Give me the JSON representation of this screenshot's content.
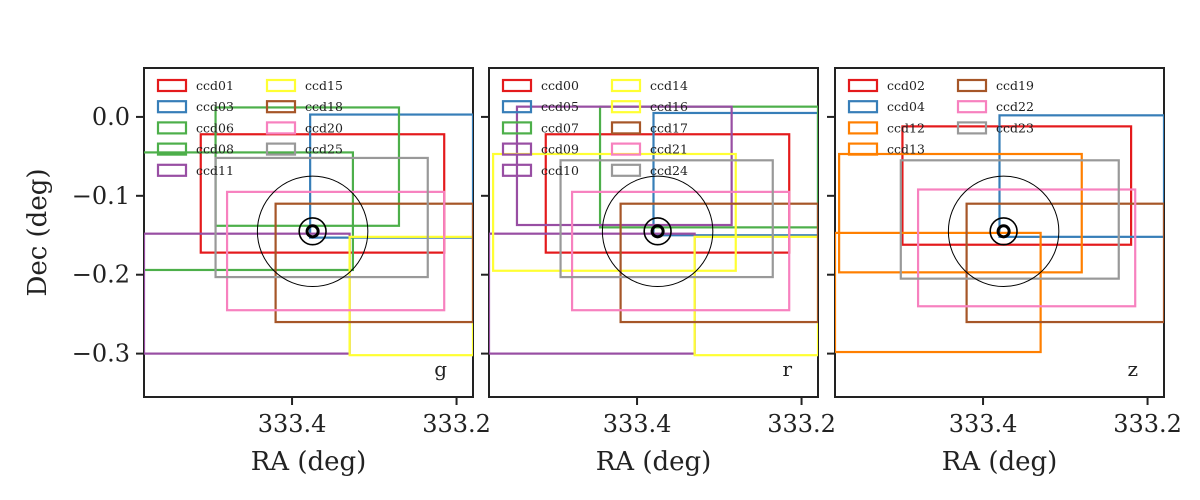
{
  "chart_data": [
    {
      "type": "line",
      "band": "g",
      "xlabel": "RA (deg)",
      "ylabel": "Dec (deg)",
      "xlim": [
        333.58,
        333.18
      ],
      "ylim": [
        -0.355,
        0.062
      ],
      "xticks": [
        {
          "value": 333.4,
          "label": "333.4"
        },
        {
          "value": 333.2,
          "label": "333.2"
        }
      ],
      "yticks": [
        {
          "value": 0.0,
          "label": "0.0"
        },
        {
          "value": -0.1,
          "label": "−0.1"
        },
        {
          "value": -0.2,
          "label": "−0.2"
        },
        {
          "value": -0.3,
          "label": "−0.3"
        }
      ],
      "legend_columns": 2,
      "legend": [
        "ccd01",
        "ccd03",
        "ccd06",
        "ccd08",
        "ccd11",
        "ccd15",
        "ccd18",
        "ccd20",
        "ccd25"
      ],
      "series": [
        {
          "name": "ccd01",
          "color": "#e41a1c",
          "ra": [
            333.511,
            333.215
          ],
          "dec": [
            -0.172,
            -0.022
          ]
        },
        {
          "name": "ccd03",
          "color": "#377eb8",
          "ra": [
            333.378,
            333.18
          ],
          "dec": [
            -0.153,
            0.003
          ]
        },
        {
          "name": "ccd06",
          "color": "#4daf4a",
          "ra": [
            333.493,
            333.27
          ],
          "dec": [
            -0.138,
            0.012
          ]
        },
        {
          "name": "ccd08",
          "color": "#4daf4a",
          "ra": [
            333.584,
            333.326
          ],
          "dec": [
            -0.194,
            -0.045
          ]
        },
        {
          "name": "ccd11",
          "color": "#984ea3",
          "ra": [
            333.58,
            333.33
          ],
          "dec": [
            -0.3,
            -0.148
          ]
        },
        {
          "name": "ccd15",
          "color": "#ffff33",
          "ra": [
            333.33,
            333.18
          ],
          "dec": [
            -0.302,
            -0.152
          ]
        },
        {
          "name": "ccd18",
          "color": "#a65628",
          "ra": [
            333.42,
            333.18
          ],
          "dec": [
            -0.26,
            -0.11
          ]
        },
        {
          "name": "ccd20",
          "color": "#f781bf",
          "ra": [
            333.479,
            333.215
          ],
          "dec": [
            -0.245,
            -0.095
          ]
        },
        {
          "name": "ccd25",
          "color": "#999999",
          "ra": [
            333.493,
            333.235
          ],
          "dec": [
            -0.203,
            -0.052
          ]
        }
      ]
    },
    {
      "type": "line",
      "band": "r",
      "xlabel": "RA (deg)",
      "xlim": [
        333.58,
        333.18
      ],
      "ylim": [
        -0.355,
        0.062
      ],
      "xticks": [
        {
          "value": 333.4,
          "label": "333.4"
        },
        {
          "value": 333.2,
          "label": "333.2"
        }
      ],
      "legend_columns": 2,
      "legend": [
        "ccd00",
        "ccd05",
        "ccd07",
        "ccd09",
        "ccd10",
        "ccd14",
        "ccd16",
        "ccd17",
        "ccd21",
        "ccd24"
      ],
      "series": [
        {
          "name": "ccd00",
          "color": "#e41a1c",
          "ra": [
            333.511,
            333.215
          ],
          "dec": [
            -0.172,
            -0.022
          ]
        },
        {
          "name": "ccd05",
          "color": "#377eb8",
          "ra": [
            333.38,
            333.18
          ],
          "dec": [
            -0.15,
            0.005
          ]
        },
        {
          "name": "ccd07",
          "color": "#4daf4a",
          "ra": [
            333.445,
            333.18
          ],
          "dec": [
            -0.14,
            0.013
          ]
        },
        {
          "name": "ccd09",
          "color": "#984ea3",
          "ra": [
            333.546,
            333.285
          ],
          "dec": [
            -0.137,
            0.013
          ]
        },
        {
          "name": "ccd10",
          "color": "#984ea3",
          "ra": [
            333.58,
            333.33
          ],
          "dec": [
            -0.3,
            -0.148
          ]
        },
        {
          "name": "ccd14",
          "color": "#ffff33",
          "ra": [
            333.33,
            333.18
          ],
          "dec": [
            -0.302,
            -0.152
          ]
        },
        {
          "name": "ccd16",
          "color": "#ffff33",
          "ra": [
            333.575,
            333.28
          ],
          "dec": [
            -0.195,
            -0.047
          ]
        },
        {
          "name": "ccd17",
          "color": "#a65628",
          "ra": [
            333.42,
            333.18
          ],
          "dec": [
            -0.26,
            -0.11
          ]
        },
        {
          "name": "ccd21",
          "color": "#f781bf",
          "ra": [
            333.479,
            333.215
          ],
          "dec": [
            -0.245,
            -0.095
          ]
        },
        {
          "name": "ccd24",
          "color": "#999999",
          "ra": [
            333.493,
            333.235
          ],
          "dec": [
            -0.203,
            -0.055
          ]
        }
      ]
    },
    {
      "type": "line",
      "band": "z",
      "xlabel": "RA (deg)",
      "xlim": [
        333.58,
        333.18
      ],
      "ylim": [
        -0.355,
        0.062
      ],
      "xticks": [
        {
          "value": 333.4,
          "label": "333.4"
        },
        {
          "value": 333.2,
          "label": "333.2"
        }
      ],
      "legend_columns": 2,
      "legend": [
        "ccd02",
        "ccd04",
        "ccd12",
        "ccd13",
        "ccd19",
        "ccd22",
        "ccd23"
      ],
      "series": [
        {
          "name": "ccd02",
          "color": "#e41a1c",
          "ra": [
            333.498,
            333.22
          ],
          "dec": [
            -0.162,
            -0.012
          ]
        },
        {
          "name": "ccd04",
          "color": "#377eb8",
          "ra": [
            333.38,
            333.18
          ],
          "dec": [
            -0.152,
            0.002
          ]
        },
        {
          "name": "ccd12",
          "color": "#ff7f00",
          "ra": [
            333.575,
            333.28
          ],
          "dec": [
            -0.197,
            -0.047
          ]
        },
        {
          "name": "ccd13",
          "color": "#ff7f00",
          "ra": [
            333.58,
            333.33
          ],
          "dec": [
            -0.298,
            -0.147
          ]
        },
        {
          "name": "ccd19",
          "color": "#a65628",
          "ra": [
            333.42,
            333.18
          ],
          "dec": [
            -0.26,
            -0.11
          ]
        },
        {
          "name": "ccd22",
          "color": "#f781bf",
          "ra": [
            333.479,
            333.215
          ],
          "dec": [
            -0.24,
            -0.092
          ]
        },
        {
          "name": "ccd23",
          "color": "#999999",
          "ra": [
            333.5,
            333.235
          ],
          "dec": [
            -0.205,
            -0.055
          ]
        }
      ]
    }
  ],
  "target_marker": {
    "ra": 333.375,
    "dec": -0.145,
    "circle_radii_deg": [
      0.007,
      0.017,
      0.07
    ],
    "color": "#000000"
  }
}
